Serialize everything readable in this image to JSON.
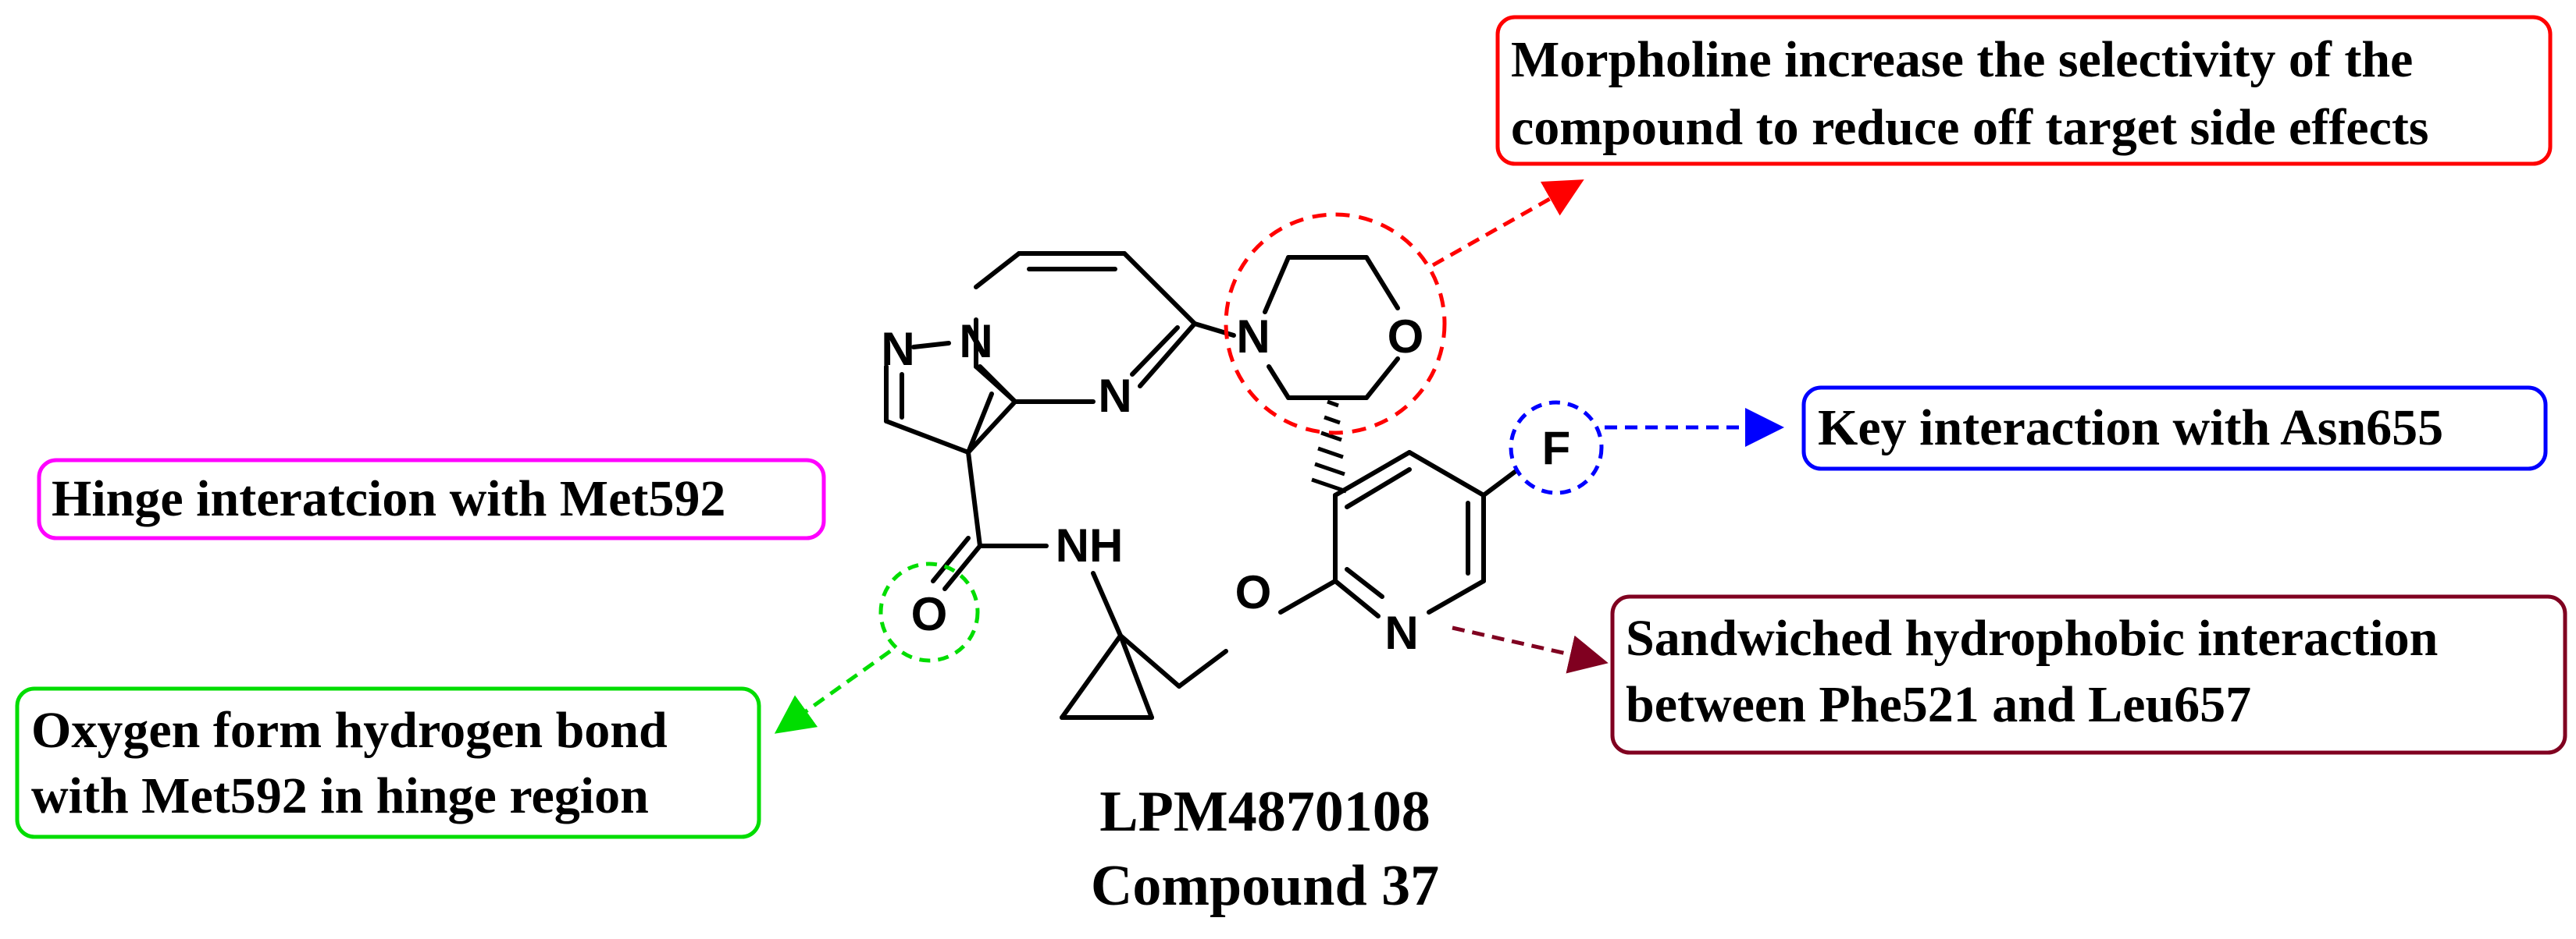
{
  "compound": {
    "name": "LPM4870108",
    "subtitle": "Compound 37"
  },
  "atoms": {
    "n_pyrazole": "N",
    "n_bridge": "N",
    "n_pyrimidine": "N",
    "n_morpholine": "N",
    "o_morpholine": "O",
    "n_amide": "NH",
    "o_carbonyl": "O",
    "o_ether": "O",
    "n_pyridine": "N",
    "f": "F"
  },
  "annotations": {
    "morpholine": {
      "line1": "Morpholine increase the selectivity of the",
      "line2": "compound to reduce off target side effects",
      "color": "#ff0000"
    },
    "asn655": {
      "line1": "Key interaction with Asn655",
      "color": "#0000ff"
    },
    "hinge": {
      "line1": "Hinge interatcion with Met592",
      "color": "#ff00ff"
    },
    "oxygen": {
      "line1": "Oxygen form hydrogen bond",
      "line2": "with Met592 in hinge region",
      "color": "#00dd00"
    },
    "sandwich": {
      "line1": "Sandwiched hydrophobic interaction",
      "line2": "between Phe521 and Leu657",
      "color": "#800020"
    }
  }
}
